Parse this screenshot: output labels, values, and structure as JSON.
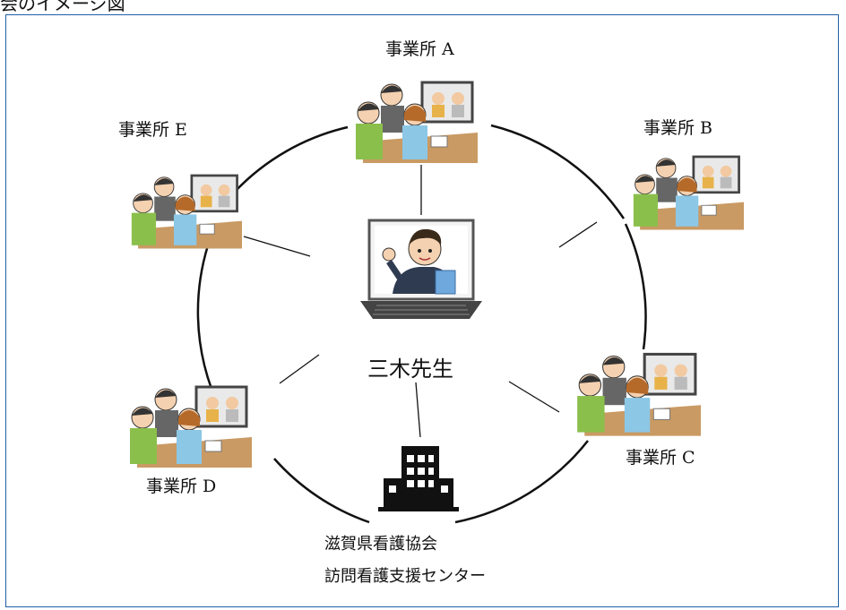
{
  "page": {
    "top_caption": "会のイメージ図"
  },
  "center": {
    "name": "三木先生"
  },
  "offices": {
    "a": "事業所 A",
    "b": "事業所 B",
    "c": "事業所 C",
    "d": "事業所 D",
    "e": "事業所 E"
  },
  "organization": {
    "line1": "滋賀県看護協会",
    "line2": "訪問看護支援センター"
  },
  "colors": {
    "frame": "#1f5fa8",
    "lines": "#111111"
  },
  "icons": {
    "teacher": "teacher-laptop-icon",
    "office": "meeting-group-icon",
    "building": "office-building-icon"
  }
}
